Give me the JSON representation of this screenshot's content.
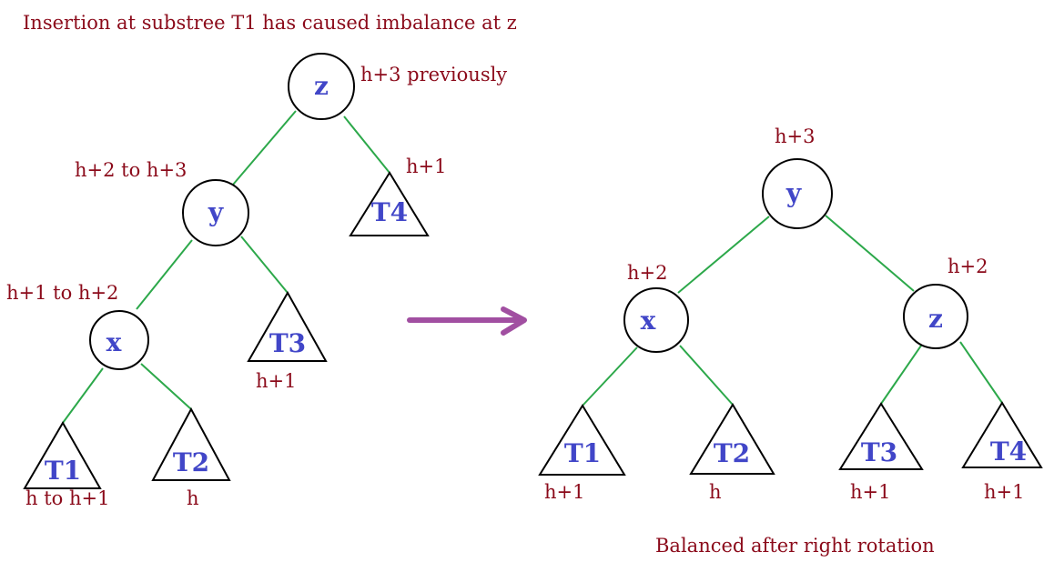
{
  "title": "Insertion at substree T1 has caused imbalance at z",
  "caption": "Balanced after right rotation",
  "colors": {
    "edge": "#2ca84a",
    "node_text": "#4146c8",
    "annotation_text": "#8b0a1a",
    "arrow": "#a14fa1"
  },
  "before": {
    "nodes": {
      "z": {
        "label": "z",
        "annotation": "h+3 previously"
      },
      "y": {
        "label": "y",
        "annotation": "h+2 to h+3"
      },
      "x": {
        "label": "x",
        "annotation": "h+1 to h+2"
      }
    },
    "subtrees": {
      "t1": {
        "label": "T1",
        "height": "h to h+1"
      },
      "t2": {
        "label": "T2",
        "height": "h"
      },
      "t3": {
        "label": "T3",
        "height": "h+1"
      },
      "t4": {
        "label": "T4",
        "height": "h+1"
      }
    }
  },
  "after": {
    "nodes": {
      "y": {
        "label": "y",
        "annotation": "h+3"
      },
      "x": {
        "label": "x",
        "annotation": "h+2"
      },
      "z": {
        "label": "z",
        "annotation": "h+2"
      }
    },
    "subtrees": {
      "t1": {
        "label": "T1",
        "height": "h+1"
      },
      "t2": {
        "label": "T2",
        "height": "h"
      },
      "t3": {
        "label": "T3",
        "height": "h+1"
      },
      "t4": {
        "label": "T4",
        "height": "h+1"
      }
    }
  },
  "arrow_icon": "right-arrow-icon"
}
